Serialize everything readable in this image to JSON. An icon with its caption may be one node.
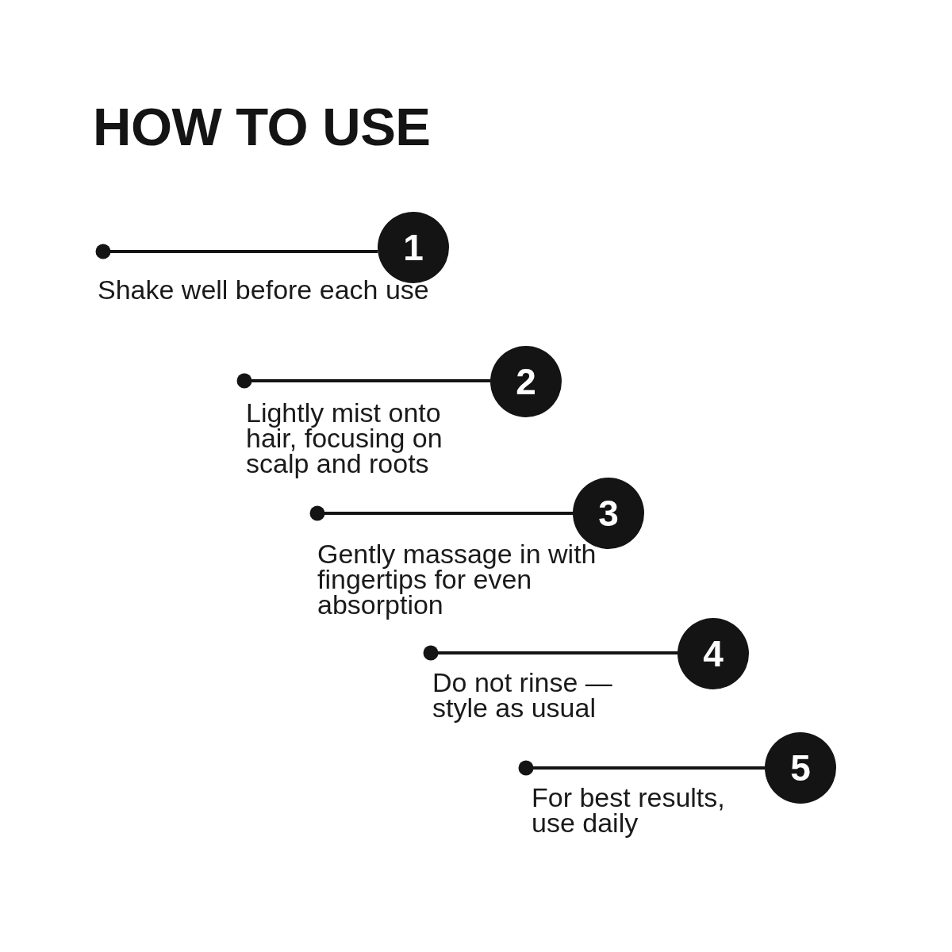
{
  "diagram": {
    "title": "HOW TO USE",
    "nodes": [
      {
        "text": [
          "1"
        ],
        "beside": [
          "Shake well before each use"
        ]
      },
      {
        "text": [
          "2"
        ],
        "beside": [
          "Lightly mist onto hair, focusing on scalp and roots"
        ]
      },
      {
        "text": [
          "3"
        ],
        "beside": [
          "Gently massage in with fingertips for even absorption"
        ]
      },
      {
        "text": [
          "4"
        ],
        "beside": [
          "Do not rinse — style as usual"
        ]
      },
      {
        "text": [
          "5"
        ],
        "beside": [
          "For best results, use daily"
        ]
      }
    ],
    "edges": [
      {
        "from": null,
        "to": 0,
        "arrow": "other"
      },
      {
        "from": null,
        "to": 1,
        "arrow": "other"
      },
      {
        "from": null,
        "to": 2,
        "arrow": "other"
      },
      {
        "from": null,
        "to": 3,
        "arrow": "other"
      },
      {
        "from": null,
        "to": 4,
        "arrow": "other"
      }
    ]
  }
}
